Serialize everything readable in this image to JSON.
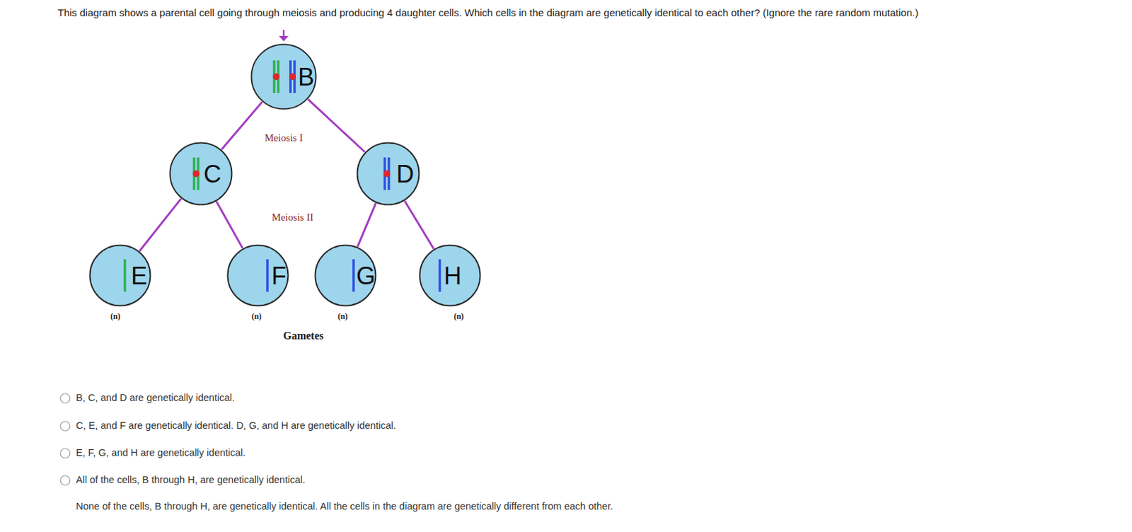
{
  "diagram": {
    "title": "This diagram shows a parental cell going through meiosis and producing 4 daughter cells. Which cells in the diagram are genetically identical to each other? (Ignore the rare random mutation.)",
    "nodes": [
      {
        "text": [
          "B"
        ]
      },
      {
        "text": [
          "C"
        ]
      },
      {
        "text": [
          "D"
        ]
      },
      {
        "text": [
          "E"
        ]
      },
      {
        "text": [
          "F"
        ]
      },
      {
        "text": [
          "G"
        ]
      },
      {
        "text": [
          "H"
        ]
      }
    ],
    "edges": [
      {
        "from": 0,
        "to": 1,
        "arrow": "none"
      },
      {
        "from": 0,
        "to": 2,
        "arrow": "none"
      },
      {
        "from": 1,
        "to": 3,
        "arrow": "none"
      },
      {
        "from": 1,
        "to": 4,
        "arrow": "none"
      },
      {
        "from": 2,
        "to": 5,
        "arrow": "none"
      },
      {
        "from": 2,
        "to": 6,
        "arrow": "none"
      }
    ],
    "labels": [
      "Meiosis I",
      "Meiosis II",
      "(n)",
      "(n)",
      "(n)",
      "(n)",
      "Gametes",
      "B, C, and D are genetically identical.",
      "C, E, and F are genetically identical. D, G, and H are genetically identical.",
      "E, F, G, and H are genetically identical.",
      "All of the cells, B through H, are genetically identical.",
      "None of the cells, B through H, are genetically identical. All the cells in the diagram are genetically different from each other."
    ]
  }
}
